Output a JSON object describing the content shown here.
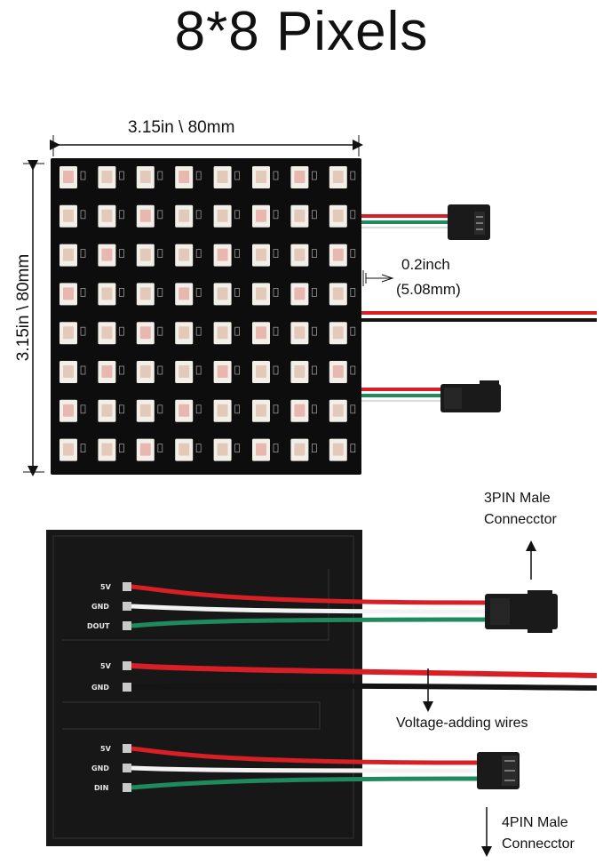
{
  "title": "8*8 Pixels",
  "dimensions": {
    "width_label": "3.15in \\ 80mm",
    "height_label": "3.15in \\ 80mm"
  },
  "pitch": {
    "line1": "0.2inch",
    "line2": "(5.08mm)"
  },
  "callouts": {
    "connector_3pin_line1": "3PIN  Male",
    "connector_3pin_line2": "Connecctor",
    "voltage_wires": "Voltage-adding wires",
    "connector_4pin_line1": "4PIN  Male",
    "connector_4pin_line2": "Connecctor"
  },
  "pad_labels": {
    "top": [
      "5V",
      "GND",
      "DOUT"
    ],
    "middle": [
      "5V",
      "GND"
    ],
    "bottom": [
      "5V",
      "GND",
      "DIN"
    ]
  },
  "grid": {
    "rows": 8,
    "cols": 8
  },
  "colors": {
    "pcb": "#0d0d0d",
    "led": "#f2efe9",
    "wire_red": "#d81f26",
    "wire_green": "#1f8a5e",
    "wire_white": "#f3f3f3",
    "wire_black": "#141414",
    "connector": "#1a1a1a"
  }
}
